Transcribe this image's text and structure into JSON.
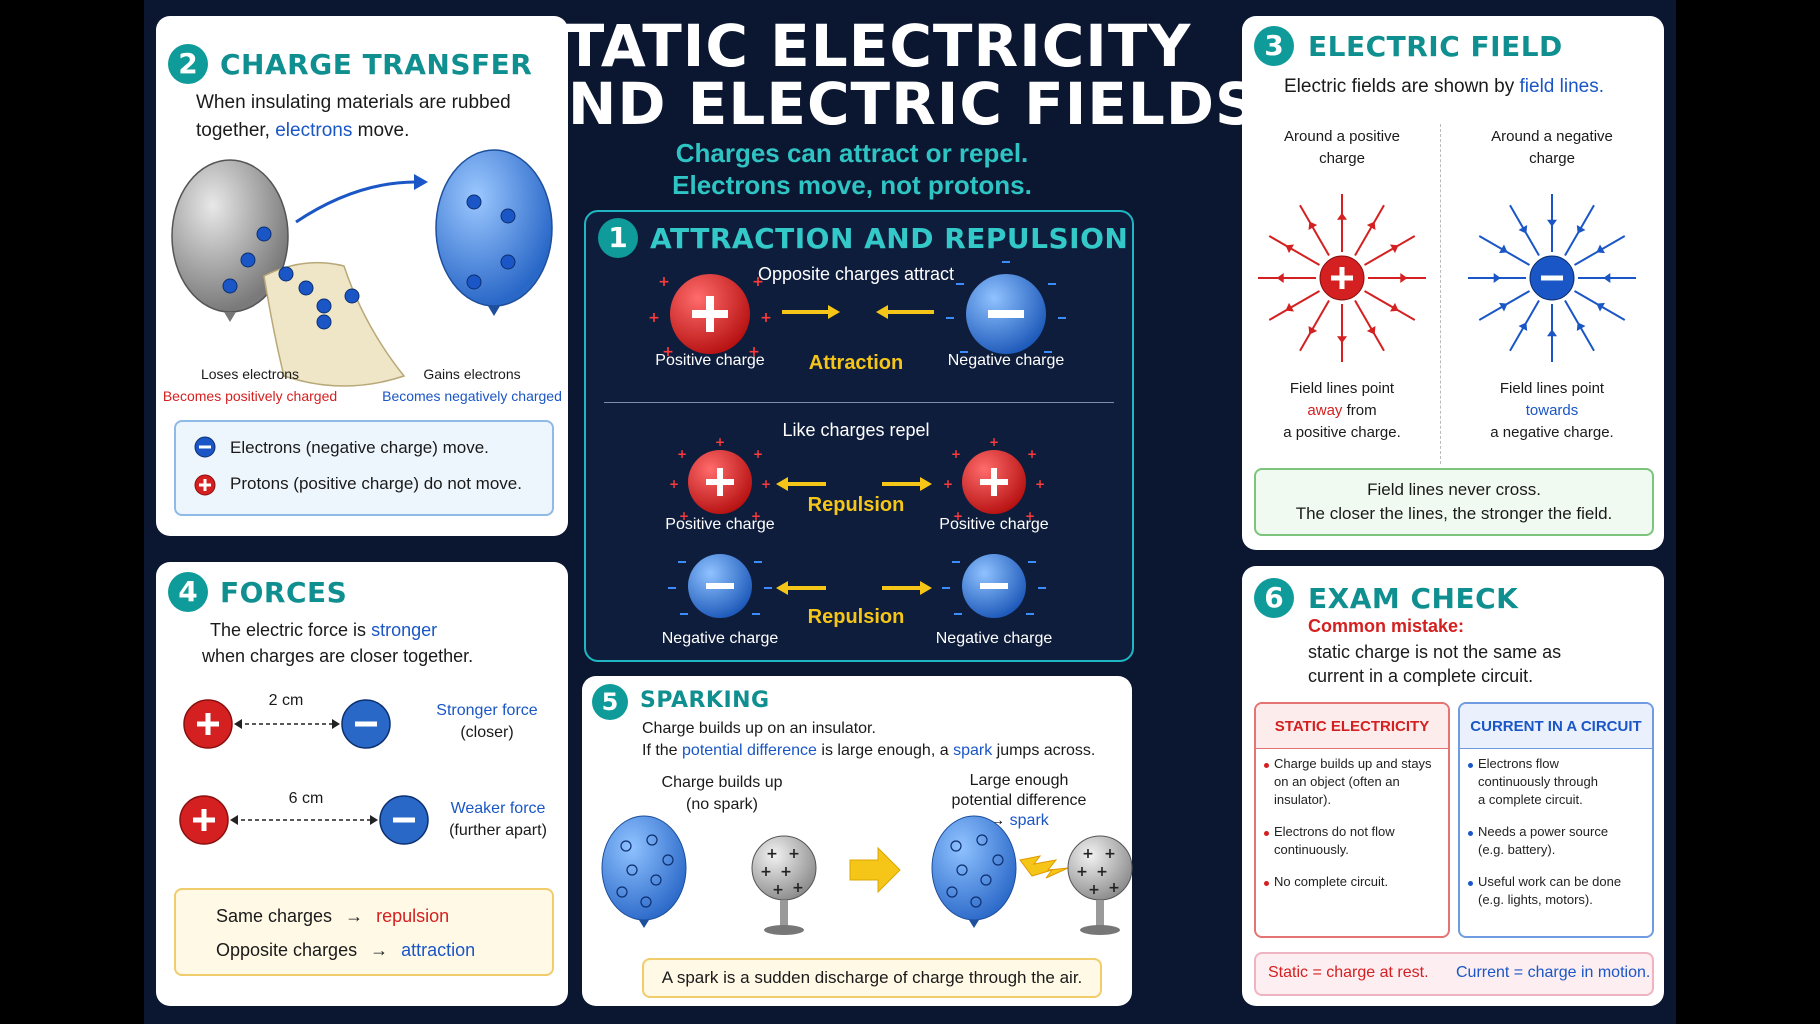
{
  "title": {
    "line1": "STATIC ELECTRICITY",
    "line2": "AND ELECTRIC FIELDS"
  },
  "subtitle": {
    "line1": "Charges can attract or repel.",
    "line2": "Electrons move, not protons."
  },
  "colors": {
    "background": "#0b1630",
    "teal": "#0f9b9a",
    "blue": "#1a56c5",
    "red": "#d42020",
    "yellow": "#f5c518"
  },
  "section1": {
    "number": "1",
    "title": "ATTRACTION AND REPULSION",
    "opposite_heading": "Opposite charges attract",
    "attraction": "Attraction",
    "positive_charge": "Positive charge",
    "negative_charge": "Negative charge",
    "like_heading": "Like charges repel",
    "repulsion": "Repulsion"
  },
  "section2": {
    "number": "2",
    "title": "CHARGE TRANSFER",
    "intro1": "When insulating materials are rubbed",
    "intro2_a": "together,",
    "intro2_b": "electrons",
    "intro2_c": "move.",
    "loses": "Loses electrons",
    "becomes_positive": "Becomes positively charged",
    "gains": "Gains electrons",
    "becomes_negative": "Becomes negatively charged",
    "key_electrons": "Electrons (negative charge) move.",
    "key_protons": "Protons (positive charge) do not move."
  },
  "section3": {
    "number": "3",
    "title": "ELECTRIC FIELD",
    "intro_a": "Electric fields are shown by",
    "intro_b": "field lines.",
    "pos_label1": "Around a positive",
    "pos_label2": "charge",
    "neg_label1": "Around a negative",
    "neg_label2": "charge",
    "pos_desc1": "Field lines point",
    "pos_desc2_a": "away",
    "pos_desc2_b": "from",
    "pos_desc3": "a positive charge.",
    "neg_desc1": "Field lines point",
    "neg_desc2": "towards",
    "neg_desc3": "a negative charge.",
    "note1": "Field lines never cross.",
    "note2": "The closer the lines, the stronger the field."
  },
  "section4": {
    "number": "4",
    "title": "FORCES",
    "intro1_a": "The electric force is",
    "intro1_b": "stronger",
    "intro2": "when charges are closer together.",
    "dist1": "2 cm",
    "stronger": "Stronger force",
    "closer": "(closer)",
    "dist2": "6 cm",
    "weaker": "Weaker force",
    "further": "(further apart)",
    "same": "Same charges",
    "repulsion": "repulsion",
    "opposite": "Opposite charges",
    "attraction": "attraction",
    "arrow": "→"
  },
  "section5": {
    "number": "5",
    "title": "SPARKING",
    "intro1": "Charge builds up on an insulator.",
    "intro2_a": "If the",
    "intro2_b": "potential difference",
    "intro2_c": "is large enough, a",
    "intro2_d": "spark",
    "intro2_e": "jumps across.",
    "buildup1": "Charge builds up",
    "buildup2": "(no spark)",
    "large1": "Large enough",
    "large2": "potential difference",
    "large3_a": "→",
    "large3_b": "spark",
    "note": "A spark is a sudden discharge of charge through the air."
  },
  "section6": {
    "number": "6",
    "title": "EXAM CHECK",
    "mistake": "Common mistake:",
    "mistake_text1": "static charge is not the same as",
    "mistake_text2": "current in a complete circuit.",
    "static_title": "STATIC ELECTRICITY",
    "static_items": [
      [
        "Charge builds up and stays",
        "on an object (often an",
        "insulator)."
      ],
      [
        "Electrons do not flow",
        "continuously."
      ],
      [
        "No complete circuit."
      ]
    ],
    "current_title": "CURRENT IN A CIRCUIT",
    "current_items": [
      [
        "Electrons flow",
        "continuously through",
        "a complete circuit."
      ],
      [
        "Needs a power source",
        "(e.g. battery)."
      ],
      [
        "Useful work can be done",
        "(e.g. lights, motors)."
      ]
    ],
    "footer_static": "Static = charge at rest.",
    "footer_current": "Current = charge in motion."
  },
  "symbols": {
    "plus": "+",
    "minus": "−"
  }
}
